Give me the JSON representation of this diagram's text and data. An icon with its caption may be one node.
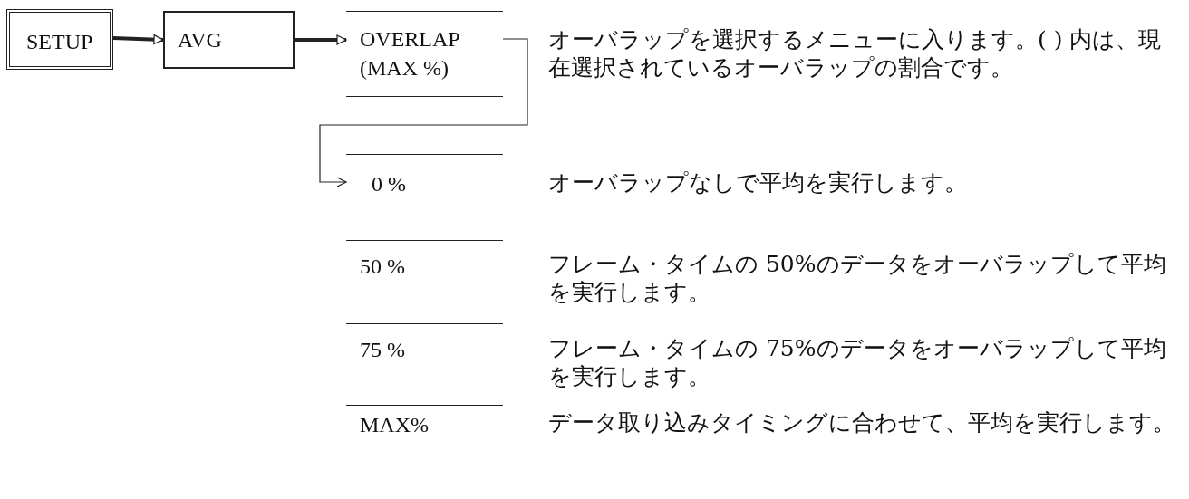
{
  "diagram": {
    "nodes": [
      {
        "text": [
          "SETUP"
        ]
      },
      {
        "text": [
          "AVG"
        ]
      },
      {
        "text": [
          "OVERLAP (MAX %)"
        ],
        "beside": [
          "オーバラップを選択するメニューに入ります。( ) 内は、現在選択されているオーバラップの割合です。"
        ]
      },
      {
        "text": [
          "0 %"
        ],
        "beside": [
          "オーバラップなしで平均を実行します。"
        ]
      },
      {
        "text": [
          "50 %"
        ],
        "beside": [
          "フレーム・タイムの 50%のデータをオーバラップして平均を実行します。"
        ]
      },
      {
        "text": [
          "75 %"
        ],
        "beside": [
          "フレーム・タイムの 75%のデータをオーバラップして平均を実行します。"
        ]
      },
      {
        "text": [
          "MAX%"
        ],
        "beside": [
          "データ取り込みタイミングに合わせて、平均を実行します。"
        ]
      }
    ],
    "edges": [
      {
        "from": 0,
        "to": 1,
        "arrow": "to"
      },
      {
        "from": 1,
        "to": 2,
        "arrow": "to"
      },
      {
        "from": 2,
        "to": 3,
        "arrow": "to"
      }
    ]
  }
}
